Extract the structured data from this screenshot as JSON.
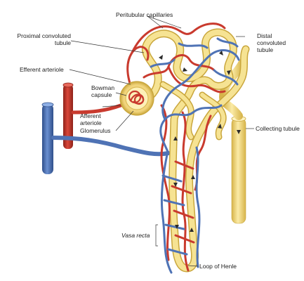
{
  "figure": {
    "colors": {
      "artery": "#c93a2e",
      "artery_dark": "#8e2219",
      "vein": "#4f73b5",
      "vein_dark": "#2f4f8a",
      "tubule": "#f3dd86",
      "tubule_edge": "#c9a63c",
      "arrow": "#2b2b2b",
      "leader": "#333333"
    },
    "labels": {
      "peritubular": "Peritubular capillaries",
      "proximal_1": "Proximal convoluted",
      "proximal_2": "tubule",
      "distal_1": "Distal",
      "distal_2": "convoluted",
      "distal_3": "tubule",
      "efferent": "Efferent arteriole",
      "bowman_1": "Bowman",
      "bowman_2": "capsule",
      "afferent_1": "Afferent",
      "afferent_2": "arteriole",
      "glomerulus": "Glomerulus",
      "collecting": "Collecting tubule",
      "vasa_recta": "Vasa recta",
      "loop": "Loop of Henle"
    }
  }
}
